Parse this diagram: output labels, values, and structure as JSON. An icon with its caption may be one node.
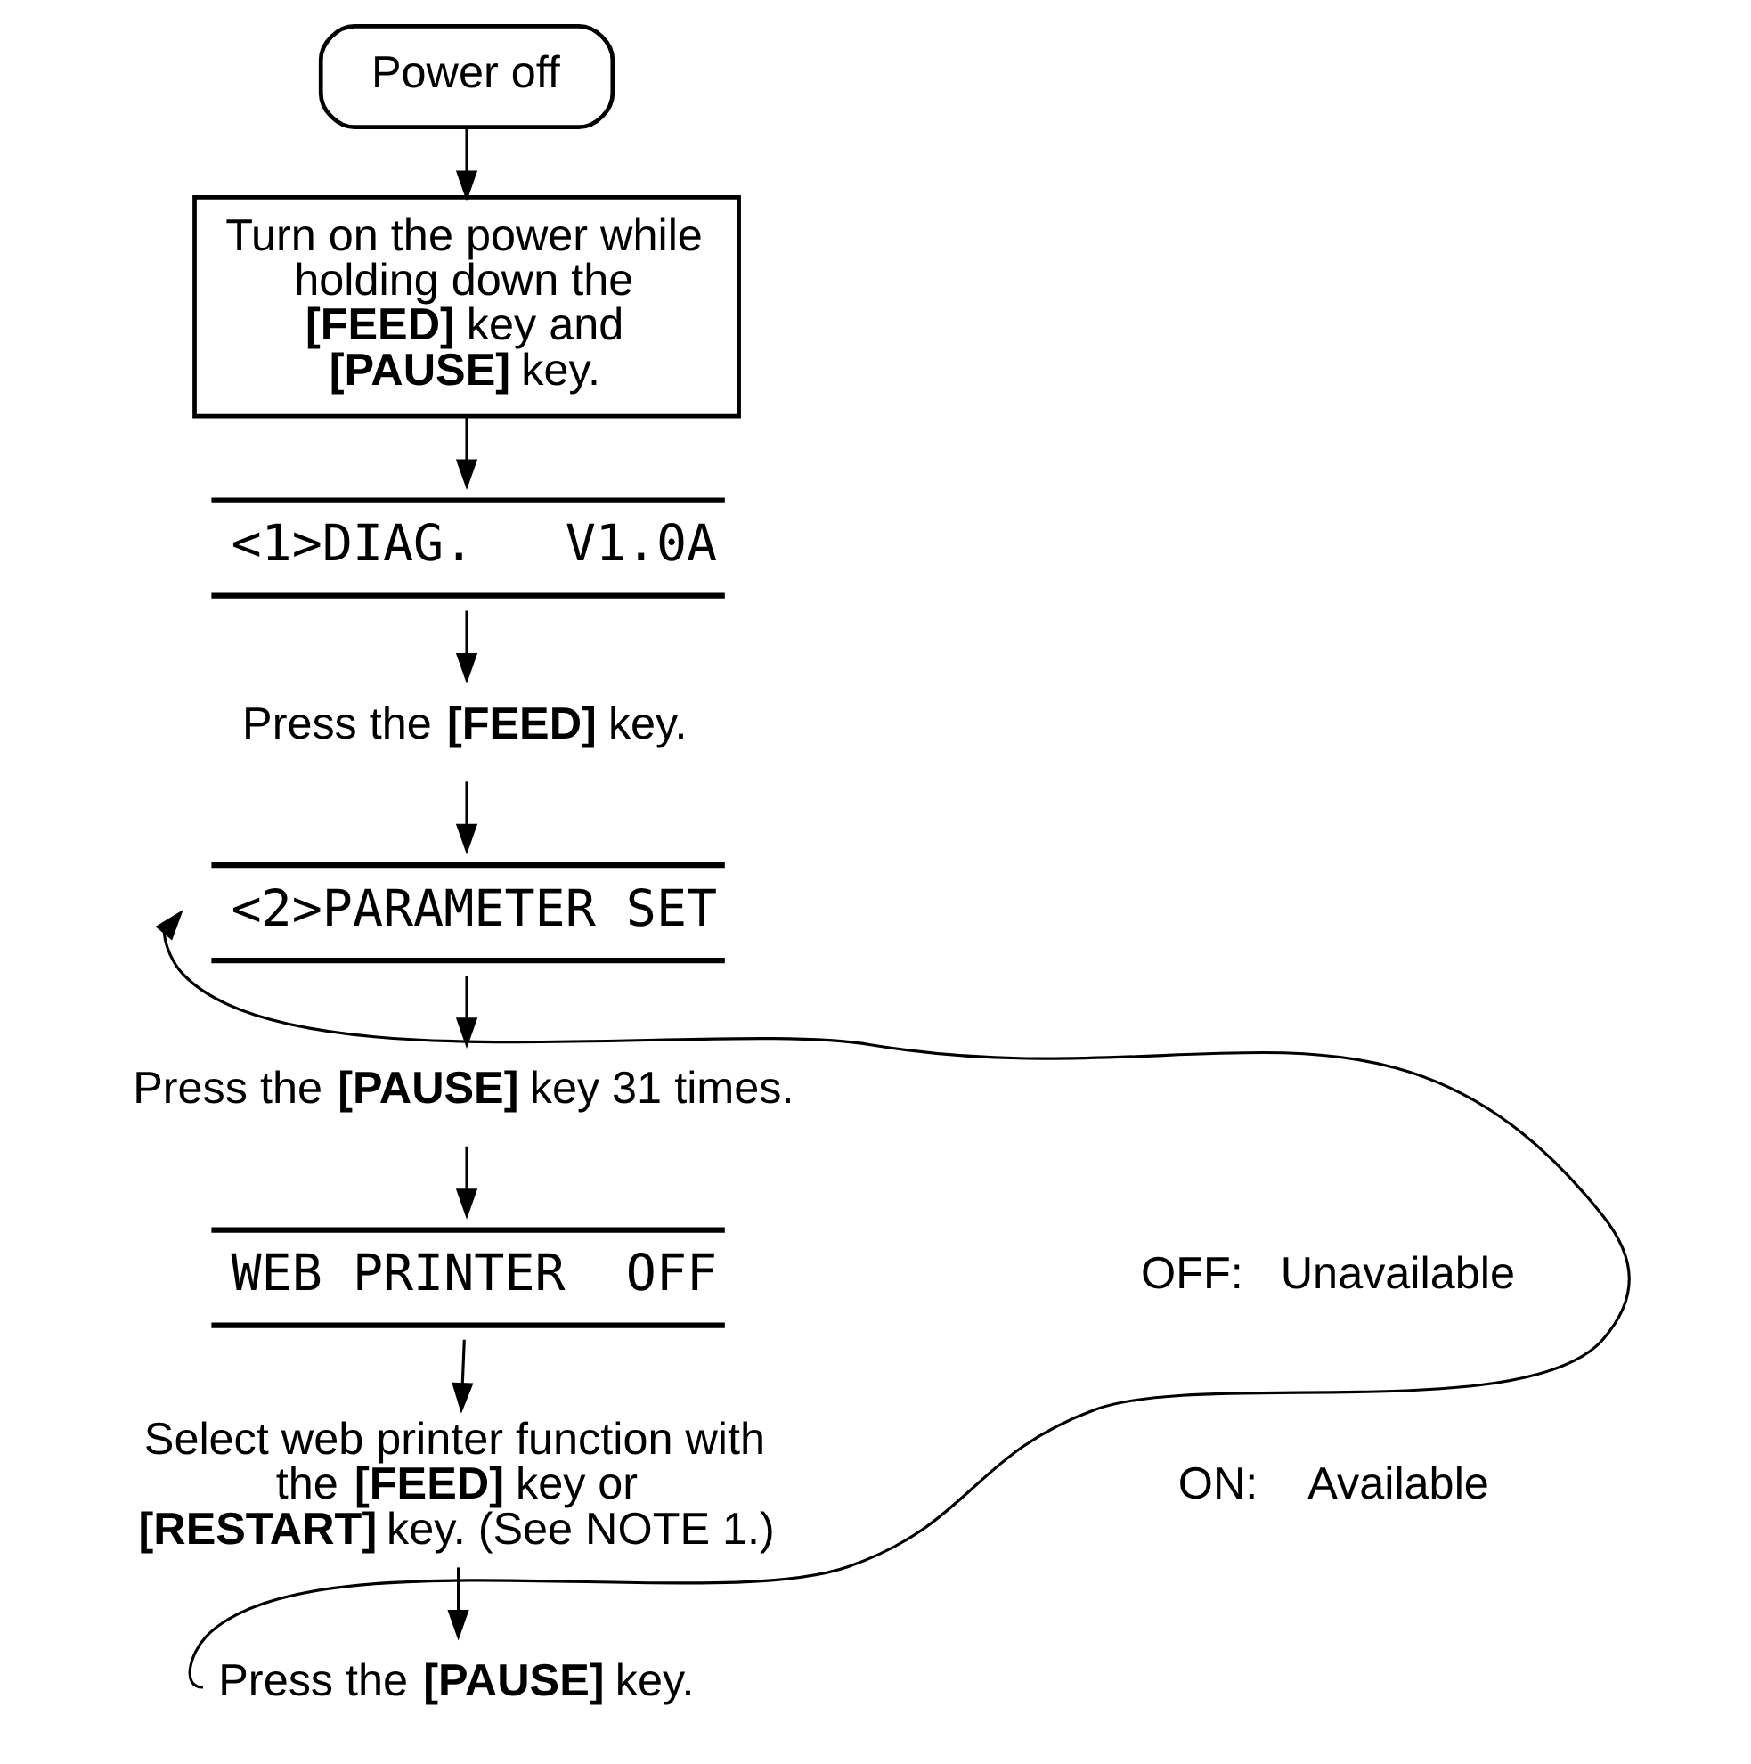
{
  "diagram": {
    "nodes": [
      {
        "text": [
          "Power off"
        ]
      },
      {
        "text": [
          "Turn on the power while holding down the **[FEED]** key and **[PAUSE]** key."
        ]
      },
      {
        "text": [
          "<1>DIAG.   V1.0A"
        ]
      },
      {
        "text": [
          "Press the **[FEED]** key."
        ]
      },
      {
        "text": [
          "<2>PARAMETER SET"
        ]
      },
      {
        "text": [
          "Press the **[PAUSE]** key 31 times."
        ]
      },
      {
        "text": [
          "WEB PRINTER  OFF"
        ]
      },
      {
        "text": [
          "Select web printer function with the **[FEED]** key or **[RESTART]** key. (See NOTE 1.)"
        ]
      },
      {
        "text": [
          "Press the **[PAUSE]** key."
        ]
      }
    ],
    "edges": [
      {
        "from": 0,
        "to": 1,
        "arrow": "to"
      },
      {
        "from": 1,
        "to": 2,
        "arrow": "to"
      },
      {
        "from": 2,
        "to": 3,
        "arrow": "to"
      },
      {
        "from": 3,
        "to": 4,
        "arrow": "to"
      },
      {
        "from": 4,
        "to": 5,
        "arrow": "to"
      },
      {
        "from": 5,
        "to": 6,
        "arrow": "to"
      },
      {
        "from": 6,
        "to": 7,
        "arrow": "to"
      },
      {
        "from": 7,
        "to": 8,
        "arrow": "to"
      },
      {
        "from": 8,
        "to": 4,
        "arrow": "to"
      }
    ],
    "labels": [
      "OFF:   Unavailable",
      "ON:    Available"
    ]
  }
}
